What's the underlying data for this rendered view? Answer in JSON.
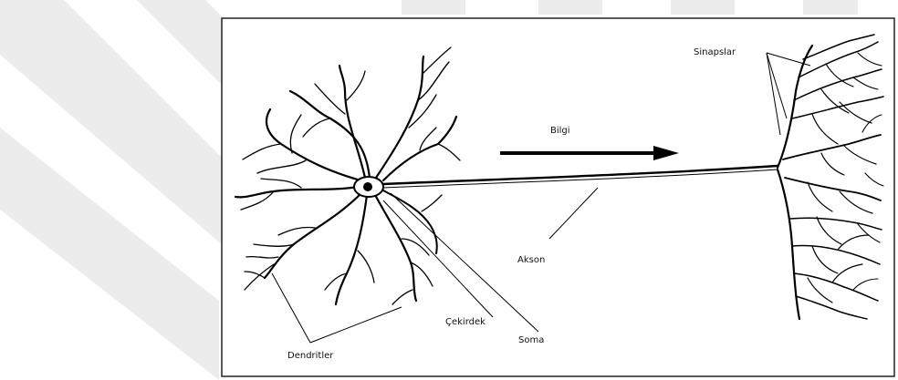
{
  "labels": {
    "information": "Bilgi",
    "synapses": "Sinapslar",
    "axon": "Akson",
    "nucleus": "Çekirdek",
    "soma": "Soma",
    "dendrites": "Dendritler"
  },
  "colors": {
    "ink": "#000000",
    "frame": "#222222",
    "watermark": "#e8e8e8",
    "background": "#ffffff"
  }
}
